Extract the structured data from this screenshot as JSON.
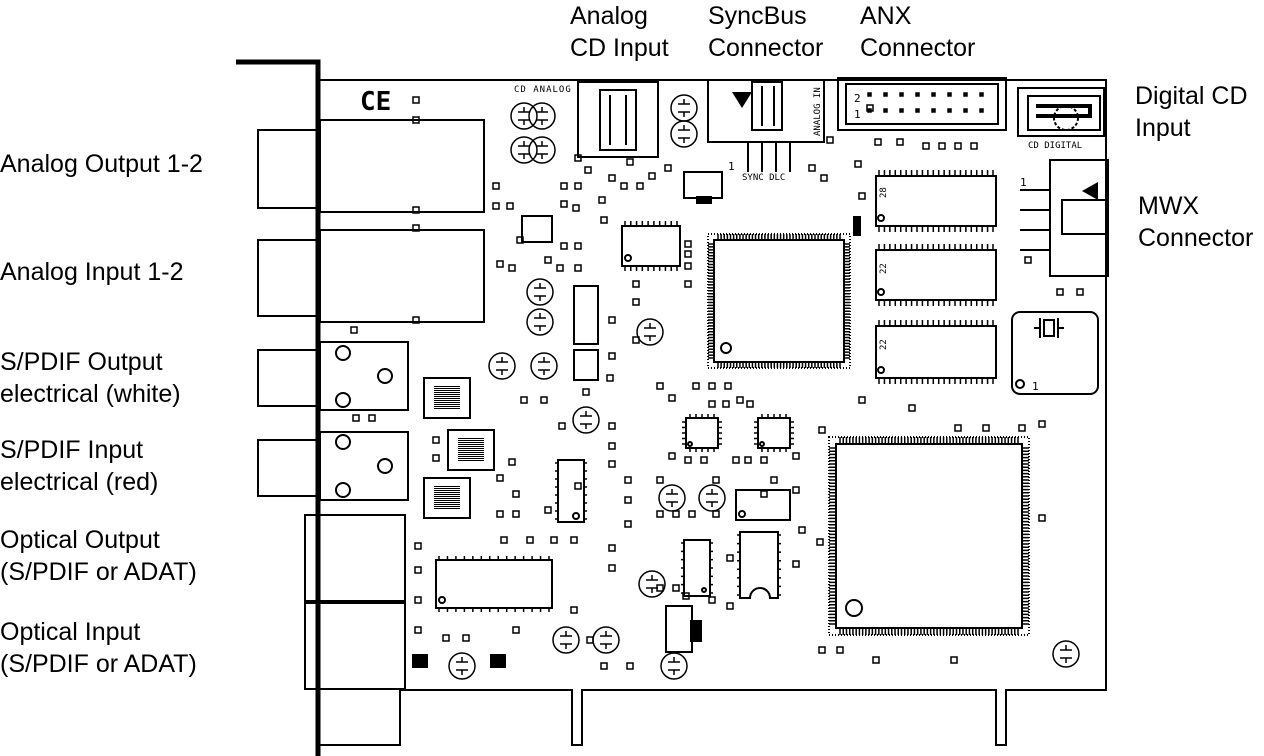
{
  "labels": {
    "analog_cd_input": {
      "line1": "Analog",
      "line2": "CD Input"
    },
    "syncbus_connector": {
      "line1": "SyncBus",
      "line2": "Connector"
    },
    "anx_connector": {
      "line1": "ANX",
      "line2": "Connector"
    },
    "digital_cd_input": {
      "line1": "Digital CD",
      "line2": "Input"
    },
    "mwx_connector": {
      "line1": "MWX",
      "line2": "Connector"
    },
    "analog_output": {
      "line1": "Analog Output 1-2"
    },
    "analog_input": {
      "line1": "Analog Input 1-2"
    },
    "spdif_output": {
      "line1": "S/PDIF Output",
      "line2": "electrical (white)"
    },
    "spdif_input": {
      "line1": "S/PDIF Input",
      "line2": "electrical (red)"
    },
    "optical_output": {
      "line1": "Optical Output",
      "line2": "(S/PDIF or ADAT)"
    },
    "optical_input": {
      "line1": "Optical Input",
      "line2": "(S/PDIF or ADAT)"
    }
  },
  "silkscreen": {
    "ce_mark": "CE",
    "cd_analog": "CD ANALOG",
    "anx_pin_2": "2",
    "anx_pin_1": "1",
    "sync_pin_1": "1",
    "sync_dlc": "SYNC DLC",
    "cd_digital": "CD DIGITAL",
    "mwx_pin_1": "1",
    "analog_in_text": "ANALOG IN",
    "ram_1_num": "28",
    "ram_2_num": "22",
    "ram_3_num": "22",
    "osc_pin_1": "1"
  }
}
